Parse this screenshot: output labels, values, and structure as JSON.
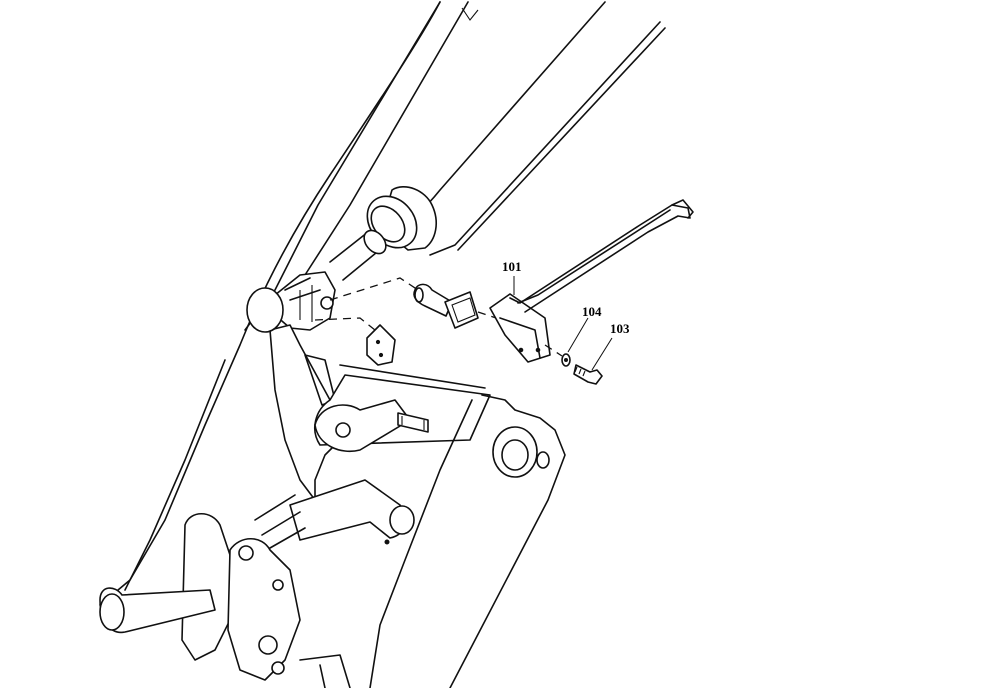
{
  "callouts": {
    "part_101": "101",
    "part_104": "104",
    "part_103": "103"
  },
  "colors": {
    "line": "#111111",
    "background": "#ffffff"
  }
}
